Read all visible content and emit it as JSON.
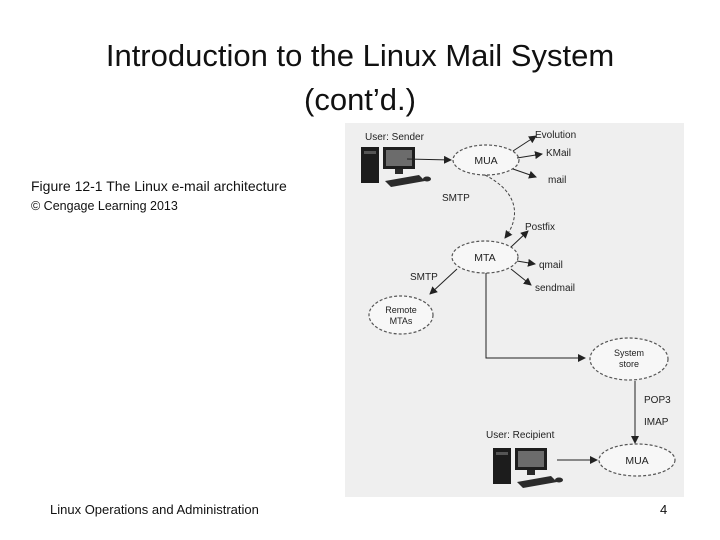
{
  "slide": {
    "title_line1": "Introduction to the Linux Mail System",
    "title_line2": "(cont’d.)",
    "caption": "Figure 12-1 The Linux e-mail architecture",
    "copyright": "© Cengage Learning 2013",
    "footer": "Linux Operations and Administration",
    "page_number": "4"
  },
  "diagram": {
    "user_sender": "User: Sender",
    "user_recipient": "User: Recipient",
    "mua_top": "MUA",
    "mua_bottom": "MUA",
    "mta": "MTA",
    "remote_line1": "Remote",
    "remote_line2": "MTAs",
    "store_line1": "System",
    "store_line2": "store",
    "mua_clients": [
      "Evolution",
      "KMail",
      "mail"
    ],
    "mta_programs": [
      "Postfix",
      "qmail",
      "sendmail"
    ],
    "smtp_1": "SMTP",
    "smtp_2": "SMTP",
    "pop3": "POP3",
    "imap": "IMAP"
  }
}
